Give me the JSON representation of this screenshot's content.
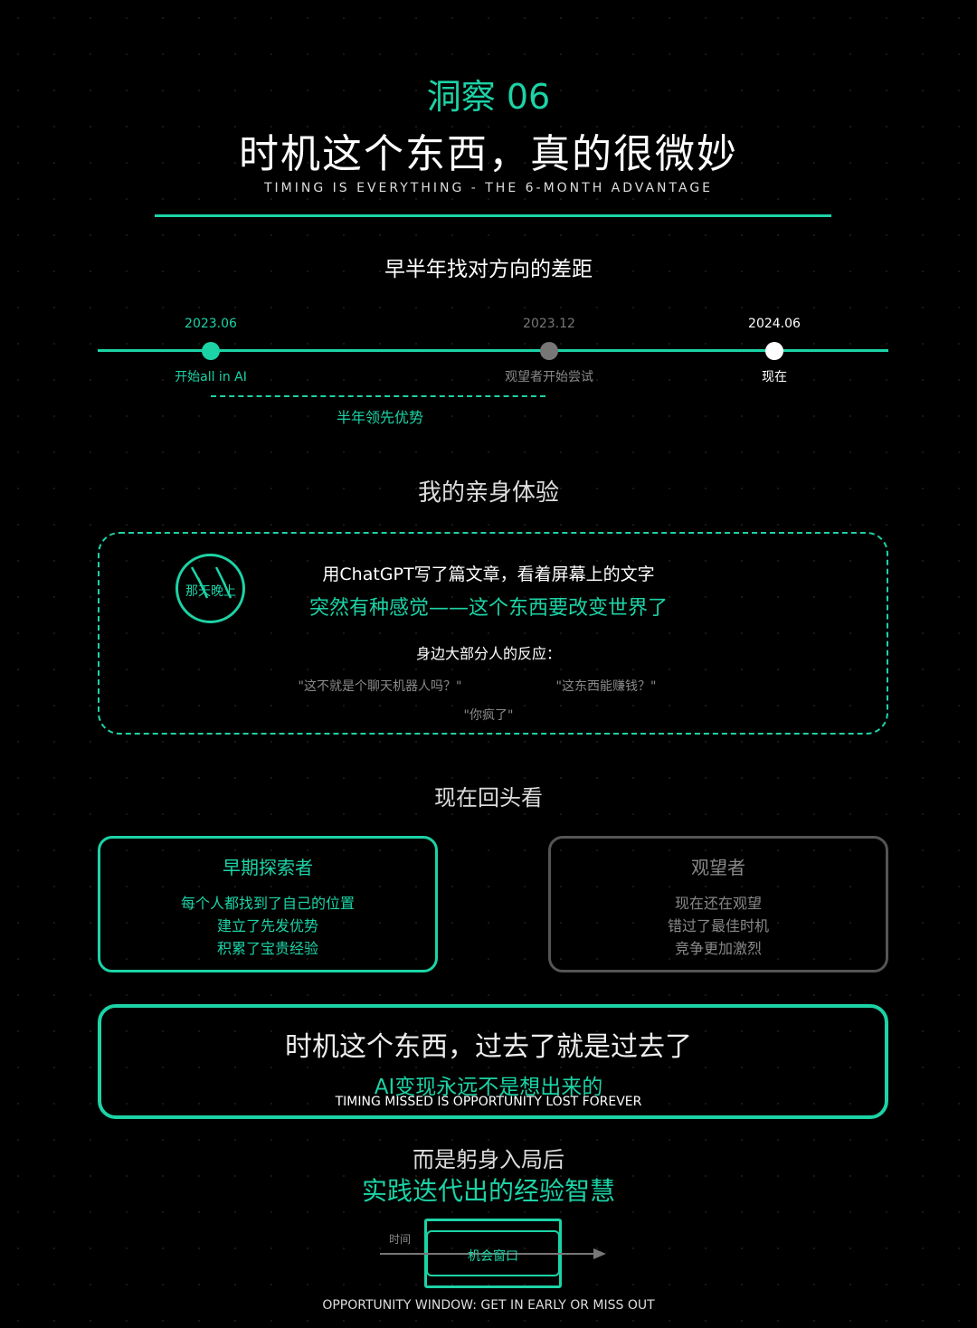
{
  "header": {
    "kicker": "洞察 06",
    "title": "时机这个东西，真的很微妙",
    "subtitle": "TIMING IS EVERYTHING - THE 6-MONTH ADVANTAGE"
  },
  "timeline": {
    "title": "早半年找对方向的差距",
    "points": [
      {
        "date": "2023.06",
        "label": "开始all in AI",
        "color": "#1cd3a6"
      },
      {
        "date": "2023.12",
        "label": "观望者开始尝试",
        "color": "#777777"
      },
      {
        "date": "2024.06",
        "label": "现在",
        "color": "#ffffff"
      }
    ],
    "gap_label": "半年领先优势"
  },
  "experience": {
    "title": "我的亲身体验",
    "badge": "那天晚上",
    "line1": "用ChatGPT写了篇文章，看着屏幕上的文字",
    "line2": "突然有种感觉——这个东西要改变世界了",
    "reaction_title": "身边大部分人的反应：",
    "quotes": [
      "\"这不就是个聊天机器人吗？\"",
      "\"这东西能赚钱？\"",
      "\"你疯了\""
    ]
  },
  "lookback": {
    "title": "现在回头看",
    "early": {
      "title": "早期探索者",
      "lines": [
        "每个人都找到了自己的位置",
        "建立了先发优势",
        "积累了宝贵经验"
      ]
    },
    "watcher": {
      "title": "观望者",
      "lines": [
        "现在还在观望",
        "错过了最佳时机",
        "竞争更加激烈"
      ]
    }
  },
  "banner": {
    "line1": "时机这个东西，过去了就是过去了",
    "line2": "AI变现永远不是想出来的",
    "line3": "TIMING MISSED IS OPPORTUNITY LOST FOREVER"
  },
  "closing": {
    "line1": "而是躬身入局后",
    "line2": "实践迭代出的经验智慧",
    "time_label": "时间",
    "window_label": "机会窗口",
    "caption": "OPPORTUNITY WINDOW: GET IN EARLY OR MISS OUT"
  },
  "colors": {
    "accent": "#1cd3a6",
    "background": "#000000",
    "muted": "#777777"
  }
}
